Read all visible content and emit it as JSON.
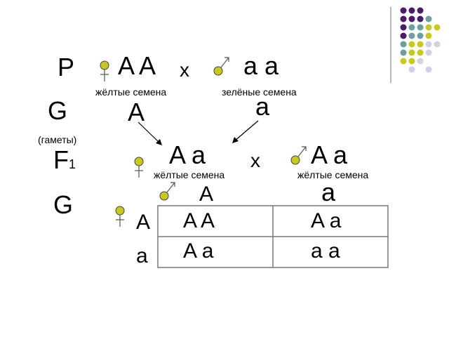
{
  "rows": {
    "parents_label": "P",
    "gametes_label": "G",
    "gametes_note": "(гаметы)",
    "f1_label": "F",
    "f1_subscript": "1",
    "punnett_label": "G"
  },
  "parents": {
    "female_genotype": "A A",
    "cross_sign": "x",
    "male_genotype": "a a",
    "female_phenotype": "жёлтые семена",
    "male_phenotype": "зелёные семена",
    "female_gamete": "A",
    "male_gamete": "a"
  },
  "f1": {
    "female_genotype": "A a",
    "cross_sign": "x",
    "male_genotype": "A a",
    "female_phenotype": "жёлтые семена",
    "male_phenotype": "жёлтые семена"
  },
  "punnett": {
    "col_headers": [
      "A",
      "a"
    ],
    "row_headers": [
      "A",
      "a"
    ],
    "cells": [
      [
        "A A",
        "A a"
      ],
      [
        "A a",
        "a a"
      ]
    ]
  },
  "colors": {
    "seed_yellow": "#c8c81e",
    "deco_purple": "#4b1a6b",
    "deco_teal": "#6aa0a0",
    "deco_yellow": "#c8c81e",
    "deco_lavender": "#d4d0e4"
  }
}
